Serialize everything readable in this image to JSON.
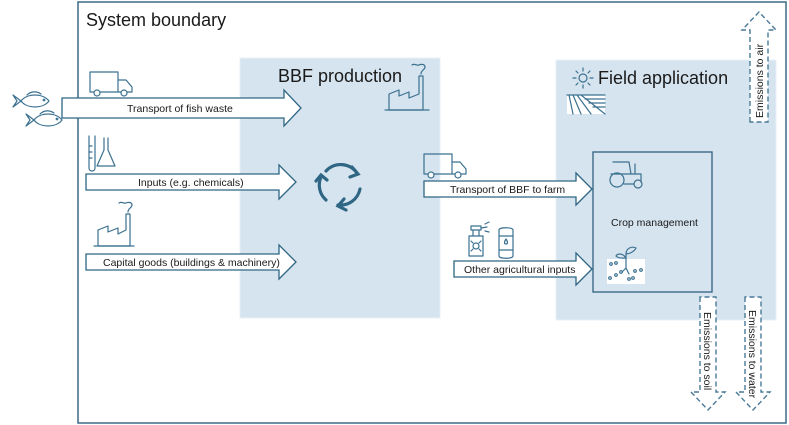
{
  "diagram": {
    "title": "System boundary",
    "colors": {
      "boundary": "#3d6a87",
      "panel_fill": "#d6e4ef",
      "arrow_stroke": "#2f6684",
      "icon_stroke": "#3b7190"
    },
    "panels": {
      "bbf_production": {
        "label": "BBF production",
        "icon": "factory-icon"
      },
      "field_application": {
        "label": "Field application",
        "icons": [
          "sun-icon",
          "field-rows-icon"
        ]
      },
      "crop_management": {
        "label": "Crop management",
        "icons": [
          "tractor-icon",
          "seedling-soil-icon"
        ]
      }
    },
    "flows": [
      {
        "id": "transport-fish-waste",
        "label": "Transport of fish waste",
        "icon": "truck-icon",
        "source_icon": "fish-icon"
      },
      {
        "id": "inputs-chemicals",
        "label": "Inputs (e.g. chemicals)",
        "icon": "lab-glassware-icon"
      },
      {
        "id": "capital-goods",
        "label": "Capital goods (buildings & machinery)",
        "icon": "factory-icon"
      },
      {
        "id": "transport-bbf-farm",
        "label": "Transport of BBF to farm",
        "icon": "truck-icon"
      },
      {
        "id": "other-agri-inputs",
        "label": "Other agricultural inputs",
        "icon": "sprayer-barrel-icon"
      }
    ],
    "process_icon": "recycle-cycle-icon",
    "emissions": [
      {
        "id": "air",
        "label": "Emissions to air",
        "direction": "up"
      },
      {
        "id": "soil",
        "label": "Emissions to soil",
        "direction": "down"
      },
      {
        "id": "water",
        "label": "Emissions to water",
        "direction": "down"
      }
    ]
  }
}
